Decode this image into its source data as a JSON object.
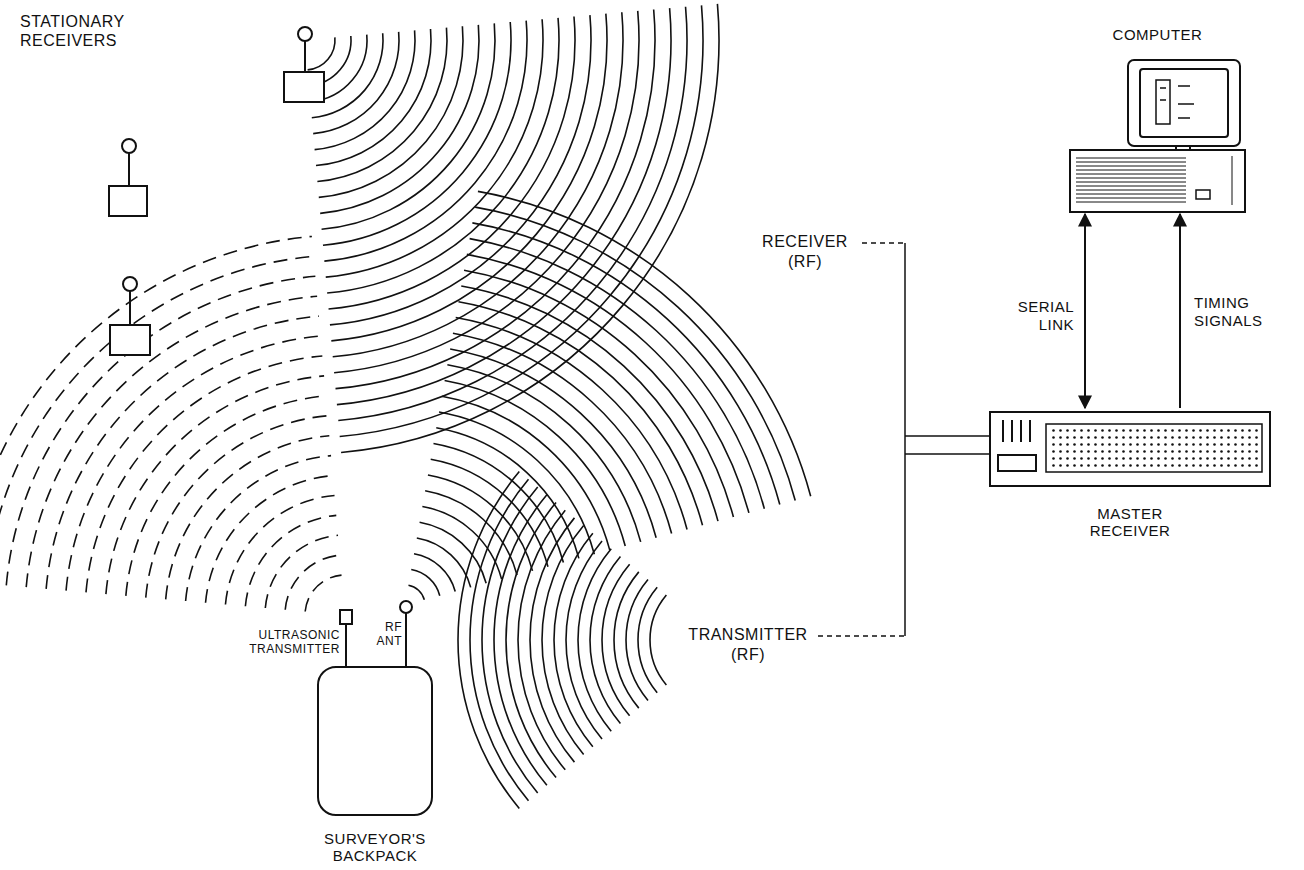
{
  "diagram": {
    "nodes": [
      {
        "text": [
          "COMPUTER"
        ]
      },
      {
        "text": [
          "MASTER RECEIVER"
        ]
      },
      {
        "text": [
          "SURVEYOR'S BACKPACK"
        ]
      }
    ],
    "edges": [
      {
        "from": 1,
        "to": 0,
        "arrow": "both",
        "label": "SERIAL LINK"
      },
      {
        "from": 1,
        "to": 0,
        "arrow": "to",
        "label": "TIMING SIGNALS"
      }
    ],
    "labels": [
      "STATIONARY RECEIVERS",
      "RECEIVER (RF)",
      "ULTRASONIC TRANSMITTER",
      "RF ANT",
      "TRANSMITTER (RF)"
    ]
  }
}
